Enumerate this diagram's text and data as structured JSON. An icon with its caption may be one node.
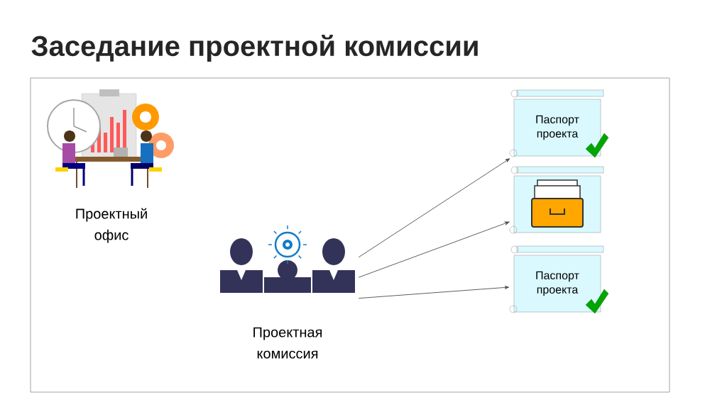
{
  "diagram": {
    "title": "Заседание проектной комиссии",
    "nodes": [
      {
        "text": [
          "Проектный офис"
        ]
      },
      {
        "text": [
          "Проектная комиссия"
        ]
      },
      {
        "text": [
          "Паспорт проекта"
        ]
      },
      {
        "text": [],
        "shape": "picture"
      },
      {
        "text": [
          "Паспорт проекта"
        ]
      }
    ],
    "edges": [
      {
        "from": 1,
        "to": 2,
        "arrow": "to"
      },
      {
        "from": 1,
        "to": 3,
        "arrow": "to"
      },
      {
        "from": 1,
        "to": 4,
        "arrow": "to"
      }
    ]
  }
}
